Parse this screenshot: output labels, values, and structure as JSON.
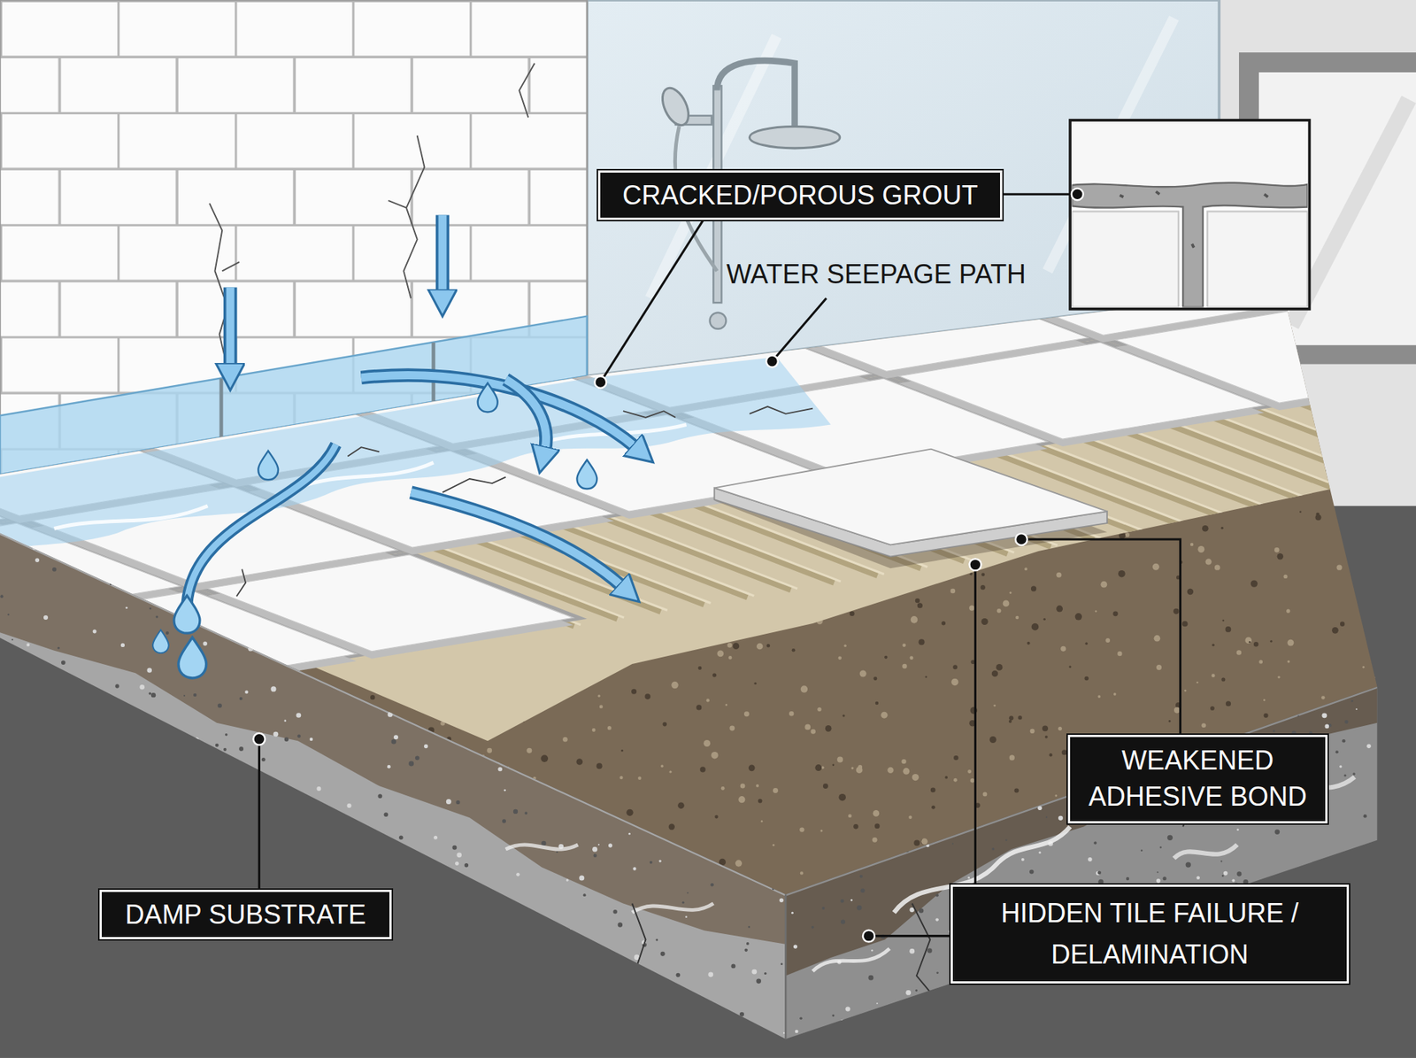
{
  "diagram": {
    "nodes": [
      {
        "text": [
          "CRACKED/POROUS GROUT"
        ]
      },
      {
        "text": [
          "WEAKENED ADHESIVE BOND"
        ]
      },
      {
        "text": [
          "DAMP SUBSTRATE"
        ]
      },
      {
        "text": [
          "HIDDEN TILE FAILURE / DELAMINATION"
        ]
      }
    ],
    "labels": [
      "WATER SEEPAGE PATH"
    ]
  }
}
